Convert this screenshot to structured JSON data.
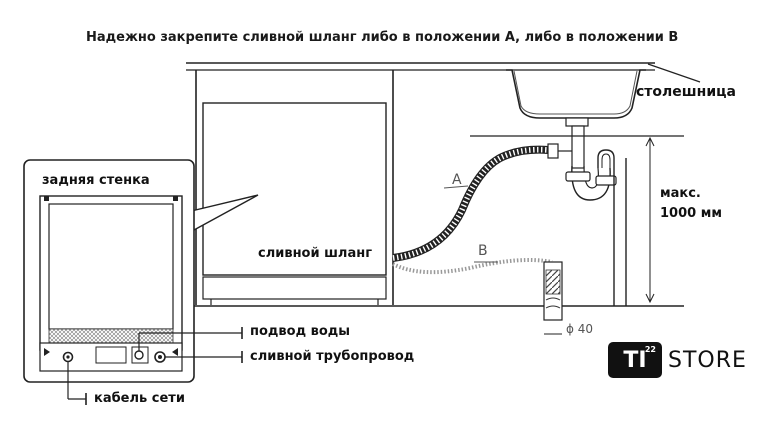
{
  "title": "Надежно закрепите сливной шланг либо в положении A, либо в положении B",
  "labels": {
    "countertop": "столешница",
    "max_height_line1": "макс.",
    "max_height_line2": "1000 мм",
    "position_a": "A",
    "position_b": "B",
    "drain_hose": "сливной шланг",
    "back_wall": "задняя стенка",
    "water_inlet": "подвод воды",
    "drain_pipe": "сливной трубопровод",
    "power_cable": "кабель сети",
    "diameter": "ϕ 40"
  },
  "logo": {
    "mark": "TI",
    "superscript": "22",
    "word": "STORE"
  }
}
